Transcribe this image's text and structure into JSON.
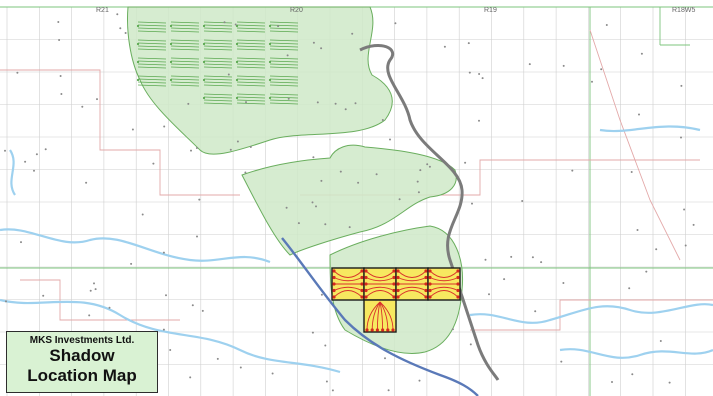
{
  "map": {
    "range_labels": [
      "R21",
      "R20",
      "R19",
      "R18W5"
    ],
    "colors": {
      "land": "#ffffff",
      "grid": "#cfcfcf",
      "boundary": "#6fb86f",
      "shadow_fill": "#cfe9c8",
      "shadow_stroke": "#6aae5e",
      "river": "#9ed1ef",
      "road": "#e3a8a8",
      "highway": "#7b7b7b",
      "rail": "#5a79b8",
      "location_fill": "#f7e860",
      "location_outline": "#d9312b",
      "wells": "#d32a1f"
    }
  },
  "legend": {
    "company": "MKS Investments Ltd.",
    "title_line1": "Shadow",
    "title_line2": "Location Map"
  }
}
